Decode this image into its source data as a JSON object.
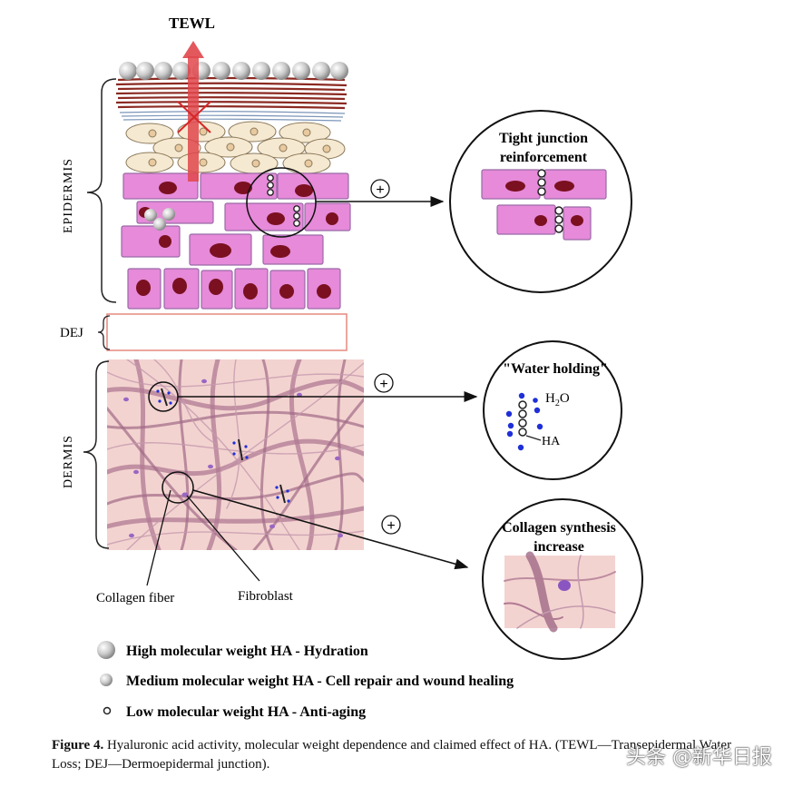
{
  "labels": {
    "tewl": "TEWL",
    "epidermis": "EPIDERMIS",
    "dej": "DEJ",
    "dermis": "DERMIS",
    "collagen_fiber": "Collagen fiber",
    "fibroblast": "Fibroblast",
    "plus": "+"
  },
  "callouts": {
    "tight_junction": [
      "Tight junction",
      "reinforcement"
    ],
    "water_holding": "\"Water holding\"",
    "water_formula": "H",
    "water_sub": "2",
    "water_o": "O",
    "ha": "HA",
    "collagen_synthesis": [
      "Collagen synthesis",
      "increase"
    ]
  },
  "legend": [
    {
      "label": "High molecular weight HA - Hydration",
      "size": "high"
    },
    {
      "label": "Medium molecular weight HA - Cell repair and wound healing",
      "size": "medium"
    },
    {
      "label": "Low molecular weight HA - Anti-aging",
      "size": "low"
    }
  ],
  "caption": {
    "bold": "Figure 4.",
    "text": " Hyaluronic acid activity, molecular weight dependence and claimed effect of HA. (TEWL—Transepidermal Water Loss; DEJ—Dermoepidermal junction)."
  },
  "watermark": "头条 @新华日报",
  "colors": {
    "cell_pink": "#e68ad9",
    "nucleus": "#7b1020",
    "dermis_bg": "#f3d3d0",
    "fiber": "#b07a93",
    "tewl_arrow": "#e0464b",
    "cross": "#d62728",
    "water_dot": "#1f2fd8"
  }
}
